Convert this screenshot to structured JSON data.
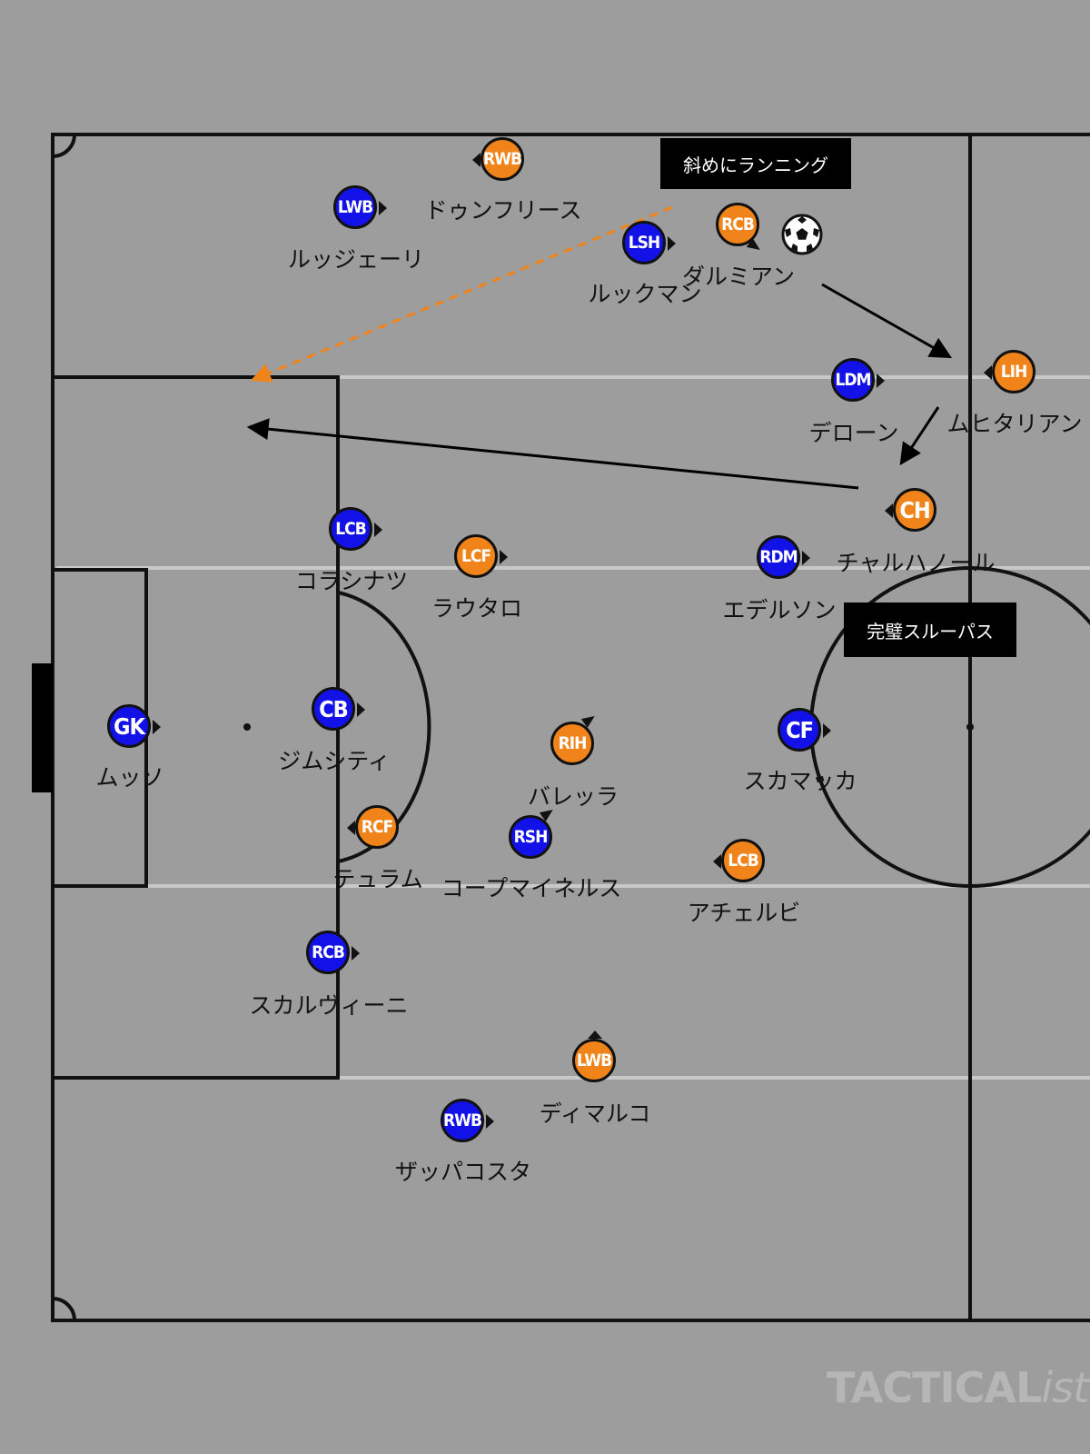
{
  "annotations": {
    "diagonal_run": "斜めにランニング",
    "through_pass": "完璧スルーパス"
  },
  "watermark": {
    "main": "TACTICAL",
    "suffix": "ista"
  },
  "colors": {
    "pitch": "#9d9d9d",
    "team_blue": "#1212e8",
    "team_orange": "#f0841a",
    "run_arrow": "#f0841a",
    "pass_arrow": "#000000",
    "zone_lines": "#c8c8c8"
  },
  "players": [
    {
      "team": "blue",
      "role": "GK",
      "name": "ムッソ",
      "dir": "right"
    },
    {
      "team": "blue",
      "role": "LWB",
      "name": "ルッジェーリ",
      "dir": "right"
    },
    {
      "team": "blue",
      "role": "LCB",
      "name": "コラシナツ",
      "dir": "right"
    },
    {
      "team": "blue",
      "role": "CB",
      "name": "ジムシティ",
      "dir": "right"
    },
    {
      "team": "blue",
      "role": "RCB",
      "name": "スカルヴィーニ",
      "dir": "right"
    },
    {
      "team": "blue",
      "role": "RWB",
      "name": "ザッパコスタ",
      "dir": "right"
    },
    {
      "team": "blue",
      "role": "LSH",
      "name": "ルックマン",
      "dir": "right"
    },
    {
      "team": "blue",
      "role": "LDM",
      "name": "デローン",
      "dir": "right"
    },
    {
      "team": "blue",
      "role": "RDM",
      "name": "エデルソン",
      "dir": "right"
    },
    {
      "team": "blue",
      "role": "RSH",
      "name": "コープマイネルス",
      "dir": "upright"
    },
    {
      "team": "blue",
      "role": "CF",
      "name": "スカマッカ",
      "dir": "right"
    },
    {
      "team": "orange",
      "role": "RWB",
      "name": "ドゥンフリース",
      "dir": "left"
    },
    {
      "team": "orange",
      "role": "RCB",
      "name": "ダルミアン",
      "dir": "downright"
    },
    {
      "team": "orange",
      "role": "LIH",
      "name": "ムヒタリアン",
      "dir": "left"
    },
    {
      "team": "orange",
      "role": "CH",
      "name": "チャルハノール",
      "dir": "left"
    },
    {
      "team": "orange",
      "role": "LCF",
      "name": "ラウタロ",
      "dir": "right"
    },
    {
      "team": "orange",
      "role": "RIH",
      "name": "バレッラ",
      "dir": "upright"
    },
    {
      "team": "orange",
      "role": "RCF",
      "name": "テュラム",
      "dir": "left"
    },
    {
      "team": "orange",
      "role": "LCB",
      "name": "アチェルビ",
      "dir": "left"
    },
    {
      "team": "orange",
      "role": "LWB",
      "name": "ディマルコ",
      "dir": "up"
    }
  ],
  "ball": {
    "icon": "soccer-ball-icon"
  }
}
